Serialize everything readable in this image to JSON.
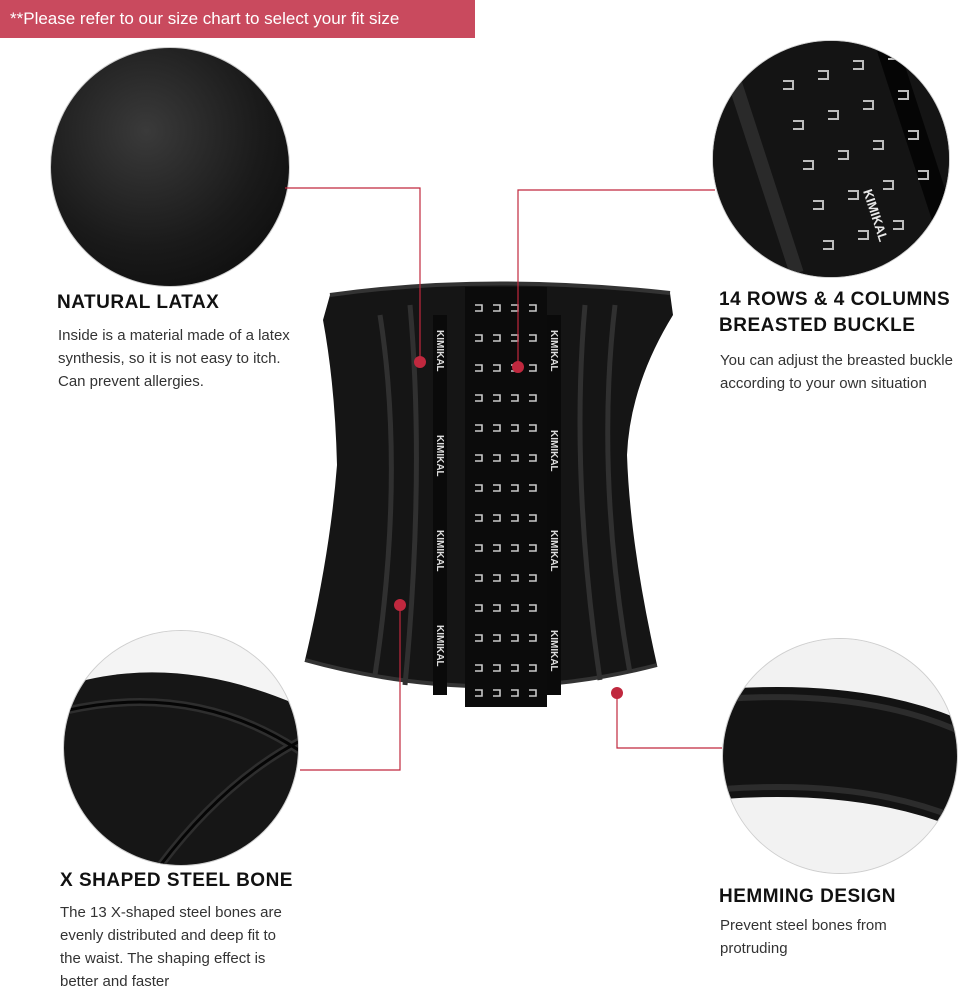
{
  "banner": {
    "text": "**Please refer to our size chart to select your fit size"
  },
  "product": {
    "brand_label": "KIMIKAL"
  },
  "features": [
    {
      "title": "NATURAL LATAX",
      "lines": [
        "Inside is a material made of a latex",
        "synthesis, so it is not easy to itch.",
        "Can prevent allergies."
      ]
    },
    {
      "title_lines": [
        "14 ROWS & 4 COLUMNS",
        "BREASTED BUCKLE"
      ],
      "lines": [
        "You can adjust the breasted buckle",
        "according to your own situation"
      ]
    },
    {
      "title": "X SHAPED STEEL BONE",
      "lines": [
        "The 13 X-shaped steel bones are",
        "evenly distributed and deep fit to",
        "the waist. The shaping effect is",
        "better and faster"
      ]
    },
    {
      "title": "HEMMING DESIGN",
      "lines": [
        "Prevent steel bones from",
        "protruding"
      ]
    }
  ],
  "colors": {
    "accent": "#c94a5e",
    "callout_line": "#c0283e",
    "product": "#111111"
  }
}
